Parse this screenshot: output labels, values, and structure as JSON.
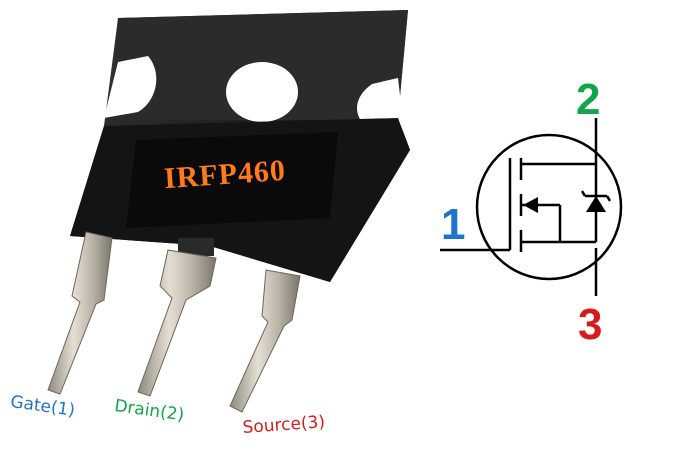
{
  "component": {
    "part_number": "IRFP460",
    "part_number_color": "#ff7a1a"
  },
  "pins": [
    {
      "id": "gate",
      "label": "Gate(1)",
      "number": "1",
      "color": "#1f74c8"
    },
    {
      "id": "drain",
      "label": "Drain(2)",
      "number": "2",
      "color": "#12a64a"
    },
    {
      "id": "source",
      "label": "Source(3)",
      "number": "3",
      "color": "#d81a1a"
    }
  ],
  "symbol": {
    "type": "n-channel-mosfet-symbol"
  }
}
